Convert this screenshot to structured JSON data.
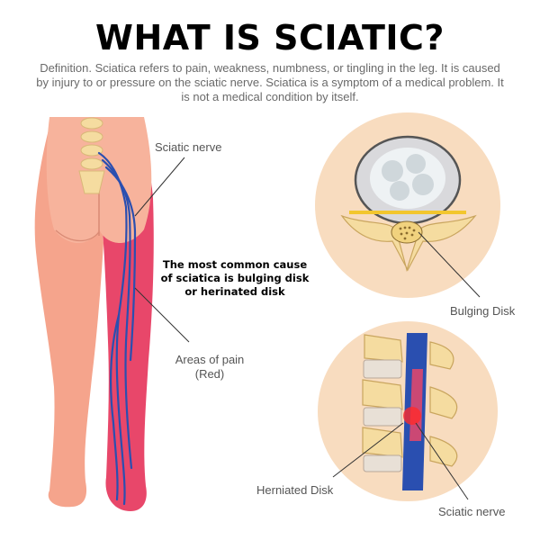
{
  "title": "WHAT IS SCIATIC?",
  "definition": "Definition. Sciatica refers to pain, weakness, numbness, or tingling in the leg. It is caused by injury to or pressure on the sciatic nerve. Sciatica is a symptom of a medical problem. It is not a medical condition by itself.",
  "labels": {
    "sciatic_nerve_top": "Sciatic nerve",
    "callout": "The most common cause of sciatica is bulging disk or herinated disk",
    "areas_of_pain": "Areas of pain (Red)",
    "bulging_disk": "Bulging Disk",
    "herniated_disk": "Herniated Disk",
    "sciatic_nerve_bottom": "Sciatic nerve"
  },
  "colors": {
    "skin": "#f5a48c",
    "pain_area": "#e8476a",
    "nerve": "#2a4fb0",
    "bone": "#f5dca0",
    "circle_bg": "#f8dcbf"
  }
}
